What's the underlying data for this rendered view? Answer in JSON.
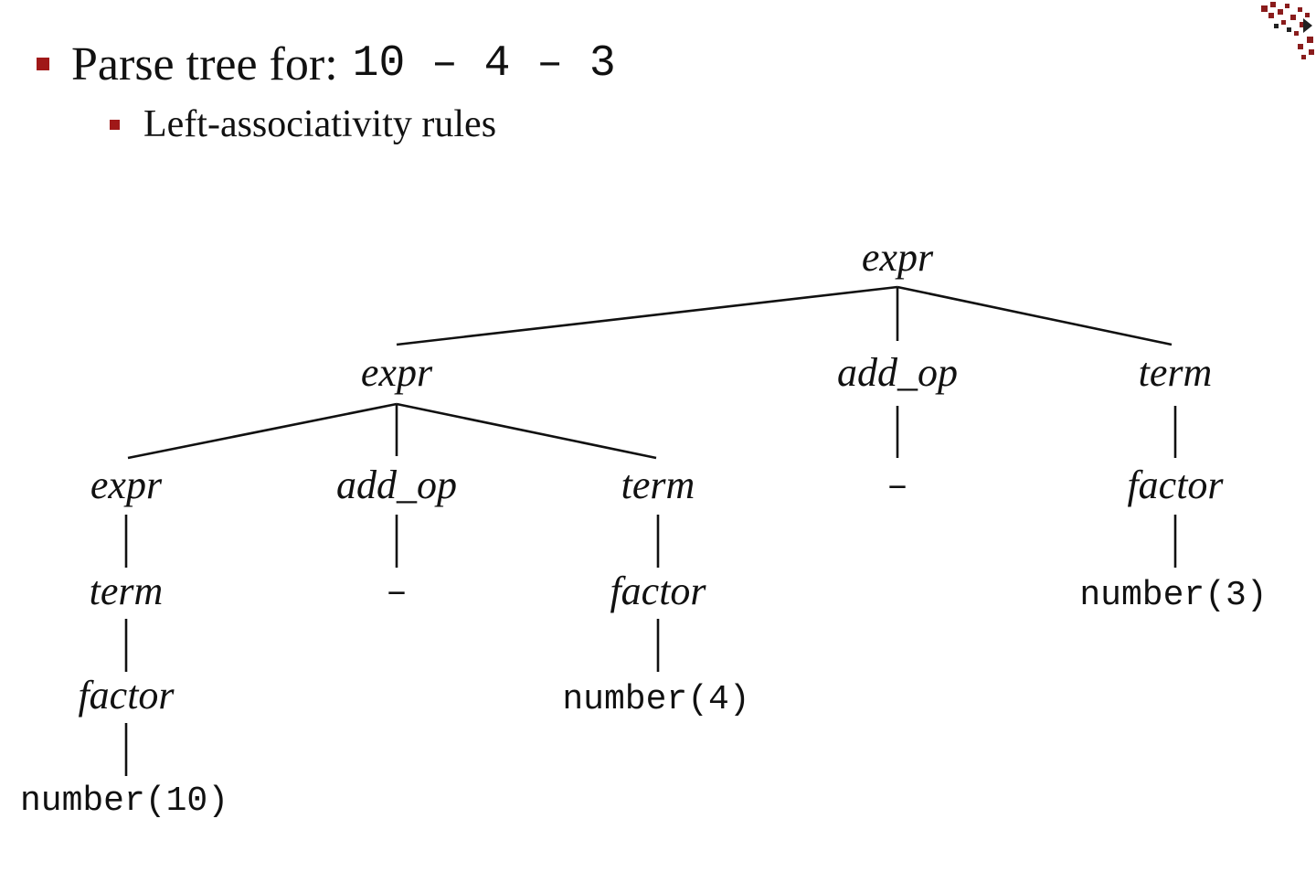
{
  "slide": {
    "bullet_1": {
      "text": "Parse tree for:",
      "code": "10 – 4 – 3"
    },
    "bullet_2": {
      "text": "Left-associativity rules"
    }
  },
  "colors": {
    "bullet": "#a01818",
    "text": "#111111",
    "background": "#ffffff"
  },
  "tree": {
    "nodes": [
      {
        "id": "root",
        "label": "expr",
        "kind": "nonterminal"
      },
      {
        "id": "e1",
        "label": "expr",
        "kind": "nonterminal"
      },
      {
        "id": "op1",
        "label": "add_op",
        "kind": "nonterminal"
      },
      {
        "id": "t1",
        "label": "term",
        "kind": "nonterminal"
      },
      {
        "id": "e2",
        "label": "expr",
        "kind": "nonterminal"
      },
      {
        "id": "op2",
        "label": "add_op",
        "kind": "nonterminal"
      },
      {
        "id": "t2",
        "label": "term",
        "kind": "nonterminal"
      },
      {
        "id": "minus1",
        "label": "–",
        "kind": "operator"
      },
      {
        "id": "f1",
        "label": "factor",
        "kind": "nonterminal"
      },
      {
        "id": "t3",
        "label": "term",
        "kind": "nonterminal"
      },
      {
        "id": "minus2",
        "label": "–",
        "kind": "operator"
      },
      {
        "id": "f2",
        "label": "factor",
        "kind": "nonterminal"
      },
      {
        "id": "n3",
        "label": "number(3)",
        "kind": "terminal"
      },
      {
        "id": "f3",
        "label": "factor",
        "kind": "nonterminal"
      },
      {
        "id": "n4",
        "label": "number(4)",
        "kind": "terminal"
      },
      {
        "id": "n10",
        "label": "number(10)",
        "kind": "terminal"
      }
    ],
    "edges": [
      [
        "root",
        "e1"
      ],
      [
        "root",
        "op1"
      ],
      [
        "root",
        "t1"
      ],
      [
        "e1",
        "e2"
      ],
      [
        "e1",
        "op2"
      ],
      [
        "e1",
        "t2"
      ],
      [
        "op1",
        "minus1"
      ],
      [
        "t1",
        "f1"
      ],
      [
        "e2",
        "t3"
      ],
      [
        "op2",
        "minus2"
      ],
      [
        "t2",
        "f2"
      ],
      [
        "f1",
        "n3"
      ],
      [
        "t3",
        "f3"
      ],
      [
        "f2",
        "n4"
      ],
      [
        "f3",
        "n10"
      ]
    ]
  }
}
